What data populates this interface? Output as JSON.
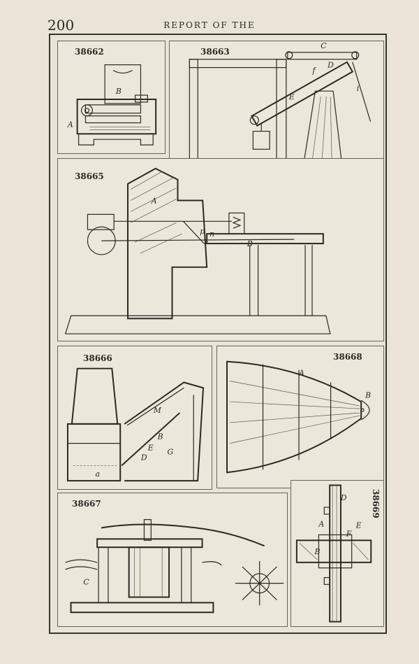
{
  "page_number": "200",
  "running_head": "REPORT OF THE",
  "figures": [
    {
      "number": "38662",
      "labels": [
        "A",
        "B"
      ]
    },
    {
      "number": "38663",
      "labels": [
        "C",
        "D",
        "E",
        "f",
        "i"
      ]
    },
    {
      "number": "38665",
      "labels": [
        "A",
        "B",
        "p",
        "n"
      ]
    },
    {
      "number": "38666",
      "labels": [
        "M",
        "B",
        "E",
        "D",
        "G",
        "a"
      ]
    },
    {
      "number": "38668",
      "labels": [
        "A",
        "B"
      ]
    },
    {
      "number": "38667",
      "labels": [
        "C"
      ]
    },
    {
      "number": "38669",
      "labels": [
        "D",
        "E",
        "F",
        "A",
        "B"
      ]
    }
  ]
}
